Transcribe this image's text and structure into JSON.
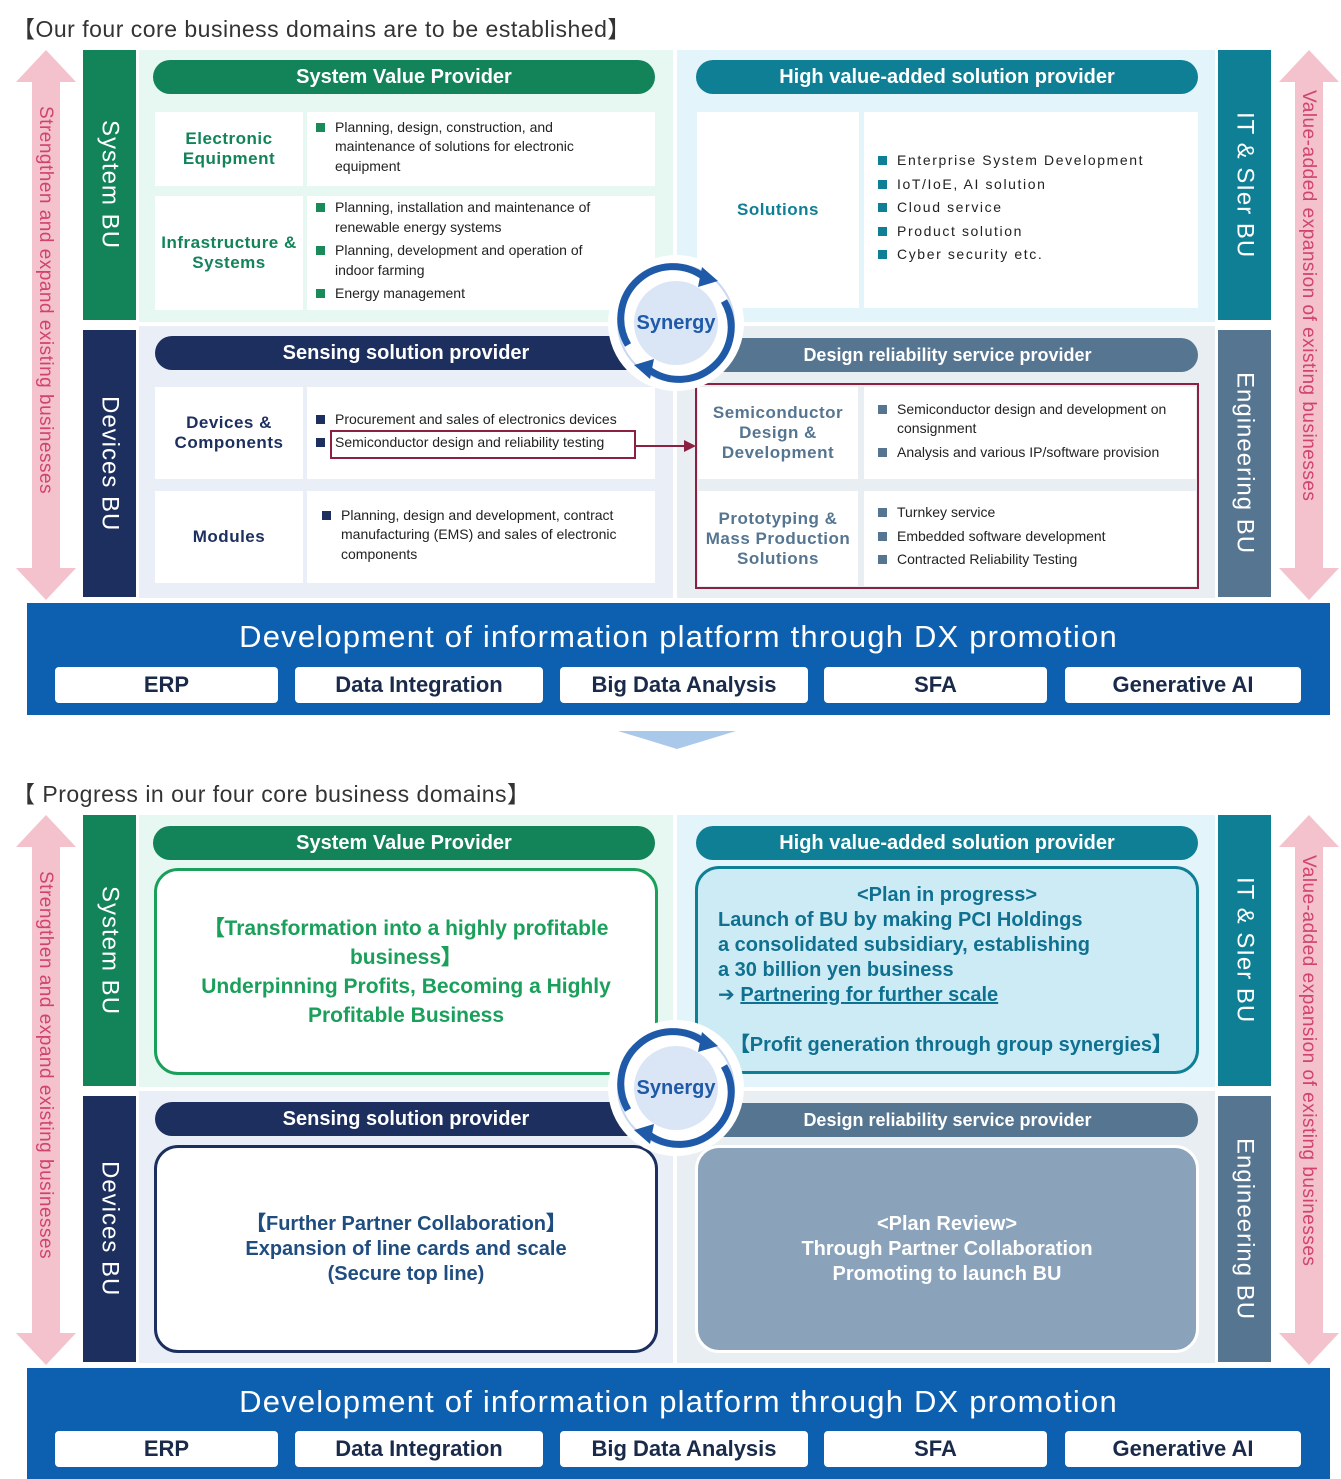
{
  "top": {
    "title": "【Our four core business domains are to be established】",
    "left_arrow_text": "Strengthen and expand existing businesses",
    "right_arrow_text": "Value-added expansion of existing businesses",
    "bu": {
      "system": "System BU",
      "devices": "Devices BU",
      "it": "IT & SIer BU",
      "engineering": "Engineering BU"
    },
    "q1": {
      "header": "System Value Provider",
      "rows": [
        {
          "label": "Electronic Equipment",
          "items": [
            "Planning, design, construction, and maintenance of solutions for electronic equipment"
          ]
        },
        {
          "label": "Infrastructure & Systems",
          "items": [
            "Planning, installation and maintenance of renewable energy systems",
            "Planning, development and operation of indoor farming",
            "Energy management"
          ]
        }
      ]
    },
    "q2": {
      "header": "High value-added solution provider",
      "label": "Solutions",
      "items": [
        "Enterprise System Development",
        "IoT/IoE, AI solution",
        "Cloud service",
        "Product solution",
        "Cyber security etc."
      ]
    },
    "q3": {
      "header": "Sensing solution provider",
      "rows": [
        {
          "label": "Devices & Components",
          "items": [
            "Procurement and sales of electronics devices",
            "Semiconductor design and reliability testing"
          ]
        },
        {
          "label": "Modules",
          "items": [
            "Planning, design and development, contract manufacturing (EMS) and sales of electronic components"
          ]
        }
      ]
    },
    "q4": {
      "header": "Design reliability service provider",
      "rows": [
        {
          "label": "Semiconductor Design & Development",
          "items": [
            "Semiconductor design and development on consignment",
            "Analysis and various IP/software provision"
          ]
        },
        {
          "label": "Prototyping & Mass Production Solutions",
          "items": [
            "Turnkey service",
            "Embedded software development",
            "Contracted Reliability Testing"
          ]
        }
      ]
    },
    "synergy": "Synergy",
    "dx": {
      "title": "Development of information platform through DX promotion",
      "buttons": [
        "ERP",
        "Data Integration",
        "Big Data Analysis",
        "SFA",
        "Generative AI"
      ]
    }
  },
  "bottom": {
    "title": "【 Progress in our four core business domains】",
    "left_arrow_text": "Strengthen and expand existing businesses",
    "right_arrow_text": "Value-added expansion of existing businesses",
    "bu": {
      "system": "System BU",
      "devices": "Devices BU",
      "it": "IT & SIer BU",
      "engineering": "Engineering BU"
    },
    "q1": {
      "header": "System Value Provider",
      "lines": [
        "【Transformation into a highly profitable",
        "business】",
        "Underpinning Profits, Becoming a Highly",
        "Profitable Business"
      ]
    },
    "q2": {
      "header": "High value-added solution provider",
      "plan": "<Plan in progress>",
      "lines": [
        "Launch of BU by making PCI Holdings",
        "a consolidated subsidiary, establishing",
        "a 30 billion yen business"
      ],
      "arrow_line": "Partnering for further scale",
      "arrow_glyph": "➔",
      "footer": "【Profit generation through group synergies】"
    },
    "q3": {
      "header": "Sensing solution provider",
      "lines": [
        "【Further Partner Collaboration】",
        "Expansion of line cards and scale",
        "(Secure top line)"
      ]
    },
    "q4": {
      "header": "Design reliability service provider",
      "lines": [
        "<Plan Review>",
        "Through Partner Collaboration",
        "Promoting to launch BU"
      ]
    },
    "synergy": "Synergy",
    "dx": {
      "title": "Development of information platform through DX promotion",
      "buttons": [
        "ERP",
        "Data Integration",
        "Big Data Analysis",
        "SFA",
        "Generative AI"
      ]
    }
  },
  "colors": {
    "green": "#13845a",
    "teal": "#0f7f95",
    "navy": "#1c2f5e",
    "slate": "#557591",
    "pink": "#f3c2cd",
    "pink_text": "#d0446b",
    "dx_blue": "#0d5fb0",
    "maroon": "#8b2040"
  }
}
